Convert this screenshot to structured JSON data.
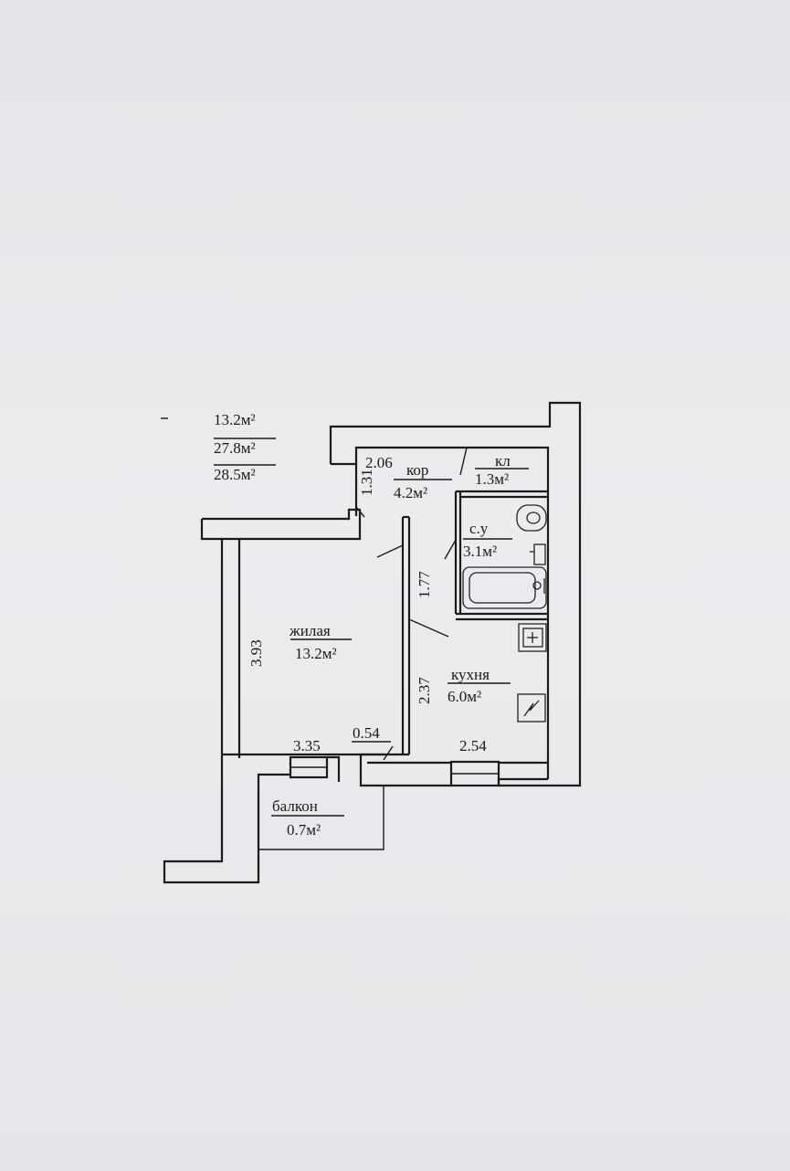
{
  "summary": {
    "living_area": "13.2м²",
    "useful_area": "27.8м²",
    "total_area": "28.5м²"
  },
  "rooms": {
    "living": {
      "name": "жилая",
      "area": "13.2м²"
    },
    "corridor": {
      "name": "кор",
      "area": "4.2м²"
    },
    "pantry": {
      "name": "кл",
      "area": "1.3м²"
    },
    "bathroom": {
      "name": "с.у",
      "area": "3.1м²"
    },
    "kitchen": {
      "name": "кухня",
      "area": "6.0м²"
    },
    "balcony": {
      "name": "балкон",
      "area": "0.7м²"
    }
  },
  "dimensions": {
    "corridor_width": "2.06",
    "corridor_depth": "1.31",
    "living_height": "3.93",
    "bath_partition": "1.77",
    "kitchen_height": "2.37",
    "living_width": "3.35",
    "balcony_door": "0.54",
    "kitchen_width": "2.54"
  },
  "icons": {
    "stove": "stove-icon",
    "sink": "sink-icon",
    "bathtub": "bathtub-icon",
    "toilet": "toilet-icon",
    "washbasin": "washbasin-icon",
    "water_heater": "water-heater-icon"
  }
}
